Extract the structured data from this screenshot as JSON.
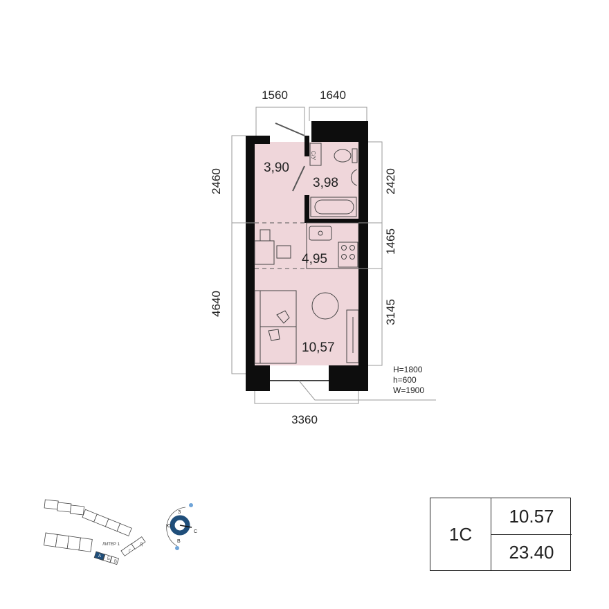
{
  "plan": {
    "colors": {
      "room_fill": "#efd6da",
      "wall": "#0d0d0d",
      "accent": "#1f4e7a"
    },
    "dimensions": {
      "top_left": "1560",
      "top_right": "1640",
      "left_top": "2460",
      "left_bottom": "4640",
      "right_1": "2420",
      "right_2": "1465",
      "right_3": "3145",
      "bottom": "3360"
    },
    "rooms": {
      "hall": "3,90",
      "bathroom": "3,98",
      "kitchen": "4,95",
      "living": "10,57"
    },
    "bathroom_tag": "С/У",
    "window_spec": [
      "H=1800",
      "h=600",
      "W=1900"
    ]
  },
  "site_map": {
    "building_label": "ЛИТЕР 1",
    "sections": [
      "А",
      "Б",
      "В",
      "Г",
      "Д"
    ],
    "active_section": "А",
    "compass": {
      "north": "С",
      "south": "Ю",
      "east": "В",
      "west": "З"
    }
  },
  "summary": {
    "apartment_type": "1С",
    "living_area": "10.57",
    "total_area": "23.40"
  }
}
